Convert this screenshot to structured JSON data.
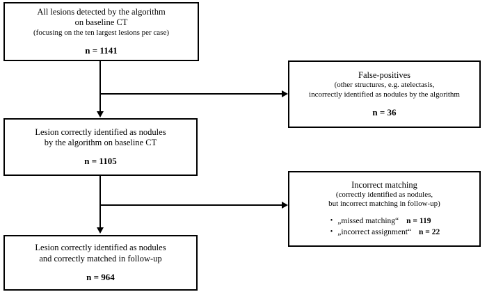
{
  "figure": {
    "type": "flowchart",
    "orientation": "vertical-with-right-branches",
    "colors": {
      "background": "#ffffff",
      "stroke": "#000000",
      "text": "#000000"
    }
  },
  "boxes": {
    "all_lesions": {
      "title_line_1": "All lesions detected by the algorithm",
      "title_line_2": "on baseline CT",
      "subtitle": "(focusing on the ten largest lesions per case)",
      "count": "n = 1141"
    },
    "false_positives": {
      "title": "False-positives",
      "subtitle_line_1": "(other structures, e.g. atelectasis,",
      "subtitle_line_2": "incorrectly identified as nodules by the algorithm",
      "count": "n = 36"
    },
    "correct_nodules": {
      "title_line_1": "Lesion correctly identified as nodules",
      "title_line_2": "by the algorithm on baseline CT",
      "count": "n = 1105"
    },
    "incorrect_matching": {
      "title": "Incorrect matching",
      "subtitle_line_1": "(correctly identified as nodules,",
      "subtitle_line_2": "but incorrect matching in follow-up)",
      "bullet_marker": "•",
      "bullets": [
        {
          "label": "„missed matching“",
          "count": "n = 119"
        },
        {
          "label": "„incorrect assignment“",
          "count": "n = 22"
        }
      ]
    },
    "final": {
      "title_line_1": "Lesion correctly identified as nodules",
      "title_line_2": "and correctly matched in follow-up",
      "count": "n = 964"
    }
  },
  "connectors": [
    {
      "name": "all-lesions-to-correct-nodules",
      "kind": "arrow-down"
    },
    {
      "name": "all-lesions-to-false-positives",
      "kind": "arrow-right"
    },
    {
      "name": "correct-nodules-to-final",
      "kind": "arrow-down"
    },
    {
      "name": "correct-nodules-to-incorrect-matching",
      "kind": "arrow-right"
    }
  ]
}
